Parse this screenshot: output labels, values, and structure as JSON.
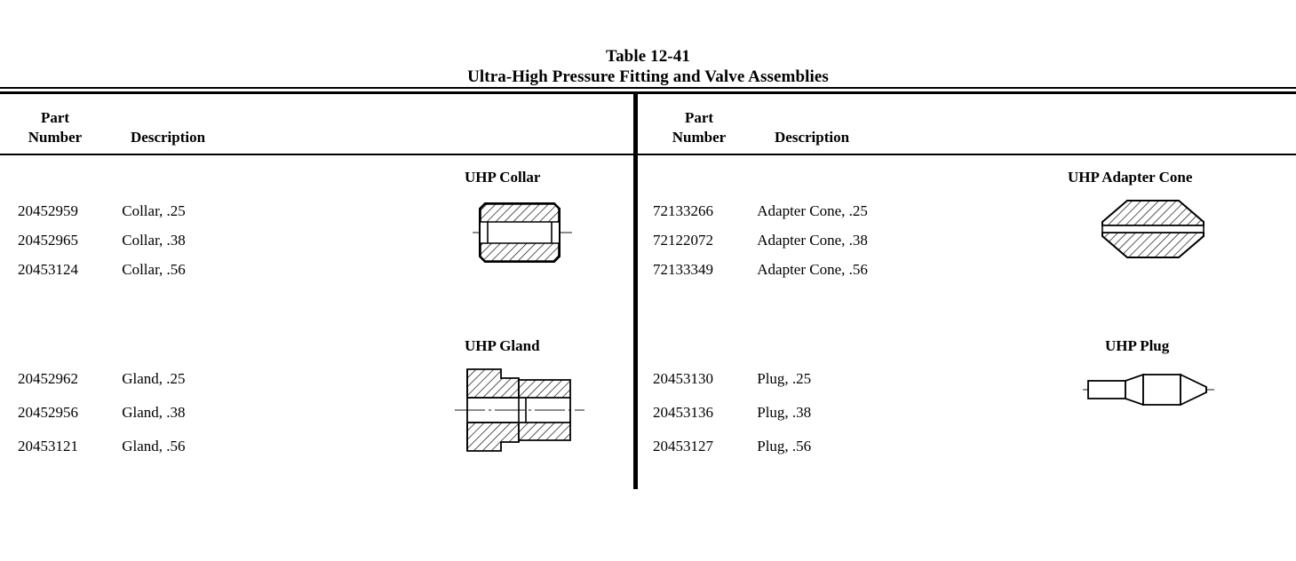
{
  "document": {
    "table_label": "Table 12-41",
    "table_title": "Ultra-High Pressure Fitting and Valve Assemblies"
  },
  "headers": {
    "part": "Part",
    "number": "Number",
    "description": "Description"
  },
  "columns": [
    {
      "side": "left",
      "sections": [
        {
          "caption": "UHP Collar",
          "drawing": "collar-cross-section-drawing",
          "rows": [
            {
              "part_number": "20452959",
              "description": "Collar, .25"
            },
            {
              "part_number": "20452965",
              "description": "Collar, .38"
            },
            {
              "part_number": "20453124",
              "description": "Collar, .56"
            }
          ]
        },
        {
          "caption": "UHP Gland",
          "drawing": "gland-cross-section-drawing",
          "rows": [
            {
              "part_number": "20452962",
              "description": "Gland, .25"
            },
            {
              "part_number": "20452956",
              "description": "Gland, .38"
            },
            {
              "part_number": "20453121",
              "description": "Gland, .56"
            }
          ]
        }
      ]
    },
    {
      "side": "right",
      "sections": [
        {
          "caption": "UHP Adapter Cone",
          "drawing": "adapter-cone-cross-section-drawing",
          "rows": [
            {
              "part_number": "72133266",
              "description": "Adapter Cone, .25"
            },
            {
              "part_number": "72122072",
              "description": "Adapter Cone, .38"
            },
            {
              "part_number": "72133349",
              "description": "Adapter Cone, .56"
            }
          ]
        },
        {
          "caption": "UHP Plug",
          "drawing": "plug-outline-drawing",
          "rows": [
            {
              "part_number": "20453130",
              "description": "Plug, .25"
            },
            {
              "part_number": "20453136",
              "description": "Plug, .38"
            },
            {
              "part_number": "20453127",
              "description": "Plug, .56"
            }
          ]
        }
      ]
    }
  ],
  "colors": {
    "ink": "#000000",
    "paper": "#ffffff",
    "centerline": "#555555"
  }
}
